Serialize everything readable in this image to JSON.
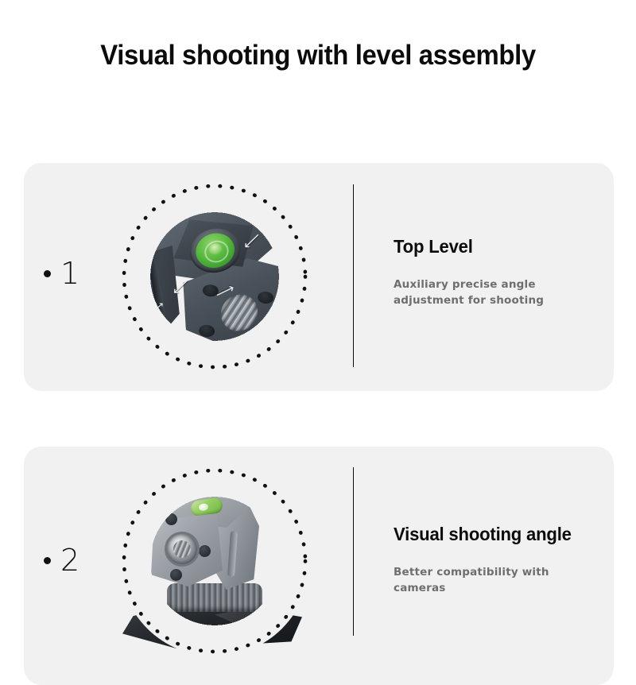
{
  "page": {
    "title": "Visual shooting with level assembly",
    "background_color": "#ffffff",
    "card_color": "#f1f1f1",
    "accent_color": "#5bbf3c",
    "text_color": "#0c0c0c",
    "muted_text_color": "#6e6e6e"
  },
  "features": [
    {
      "index": "1",
      "bullet": "•",
      "title": "Top Level",
      "description": "Auxiliary precise angle adjustment for shooting",
      "image": {
        "name": "top-level-quick-release-plate",
        "description": "Dark gray metallic camera quick-release plate with green circular bubble level, directional arrow markings and a threaded 1/4-inch mounting hole, framed by a dotted circle",
        "frame": "dotted-circle",
        "body_color": "#4a5158",
        "level_color": "#57b93d"
      }
    },
    {
      "index": "2",
      "bullet": "•",
      "title": "Visual shooting angle",
      "description": "Better compatibility with cameras",
      "image": {
        "name": "bracket-on-tripod-head",
        "description": "Silver aluminum camera cage bracket with green bubble level and threaded hole, mounted on a dark tripod head, framed by a dotted circle",
        "frame": "dotted-circle",
        "body_color": "#9ba0a6",
        "level_color": "#96cf63"
      }
    }
  ]
}
